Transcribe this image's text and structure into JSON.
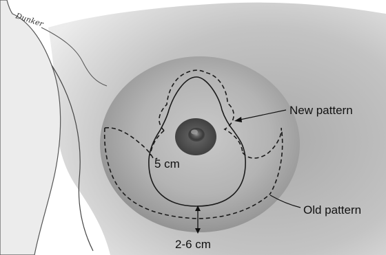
{
  "figure": {
    "signature": "Dunker",
    "labels": {
      "new_pattern": "New pattern",
      "old_pattern": "Old pattern",
      "nipple_distance": "5 cm",
      "fold_distance": "2-6 cm"
    }
  }
}
